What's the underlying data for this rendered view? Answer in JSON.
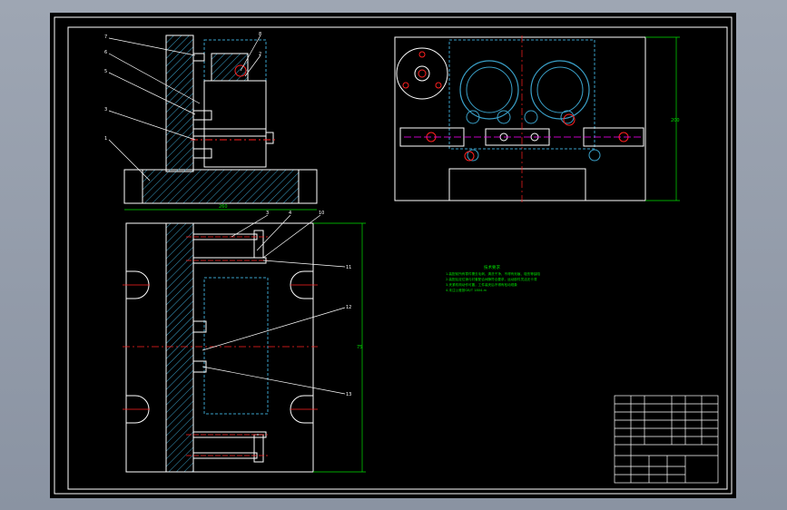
{
  "viewport": {
    "background_color": "#000000",
    "frame_color": "#ffffff"
  },
  "colors": {
    "outline": "#ffffff",
    "hatch": "#3aa0c8",
    "hidden_line": "#3aa0c8",
    "center_line": "#ff2020",
    "dimension": "#00e000",
    "part_red": "#ff2020",
    "notes_text": "#00e000",
    "title_block": "#ffffff"
  },
  "callouts": {
    "front_view": [
      "7",
      "6",
      "5",
      "3",
      "1",
      "8",
      "2"
    ],
    "top_view": [
      "3",
      "4",
      "10",
      "11",
      "12",
      "13"
    ]
  },
  "dimensions": {
    "front_width": "260",
    "right_height": "75",
    "top_height": "200"
  },
  "technical_notes": {
    "title": "技术要求",
    "lines": [
      "1.装配前所有零件需去毛刺、清洗干净，不得有划痕、碰伤等缺陷",
      "2.装配后定位销与衬套配合间隙符合要求，运动部件灵活无卡滞",
      "3.夹紧机构动作可靠，工件装夹后不得有松动现象",
      "4.未注公差按GB/T 1804-m"
    ]
  },
  "title_block": {
    "rows": 6,
    "cols": 6
  }
}
